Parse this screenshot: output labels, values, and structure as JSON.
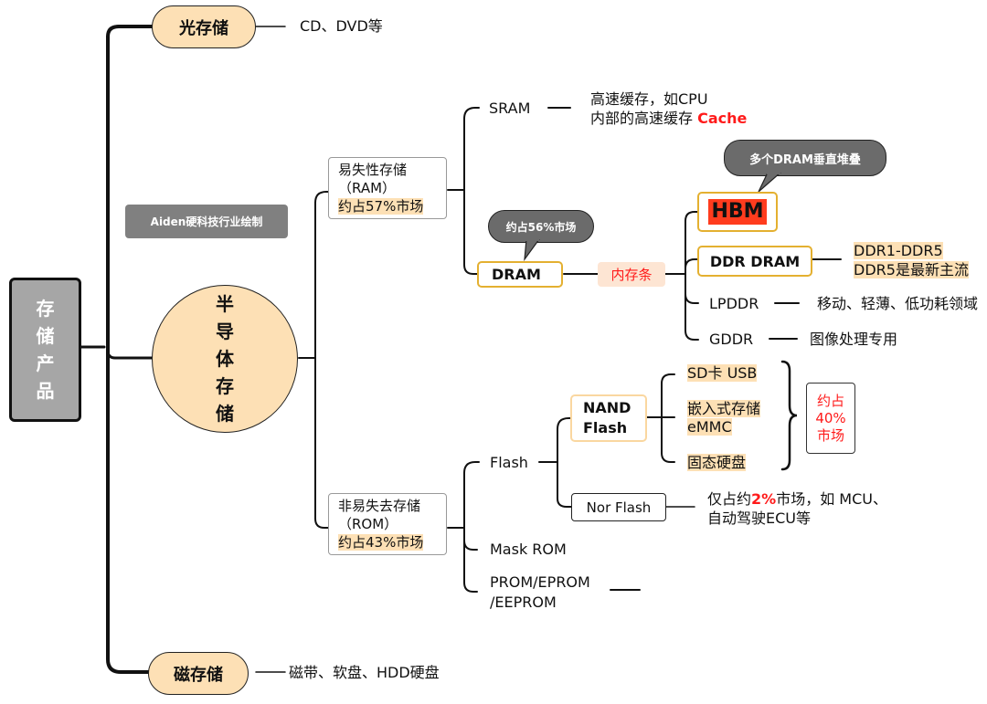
{
  "root": {
    "chars": [
      "存",
      "储",
      "产",
      "品"
    ]
  },
  "watermark": "Aiden硬科技行业绘制",
  "optical": {
    "label": "光存储",
    "note": "CD、DVD等"
  },
  "magnetic": {
    "label": "磁存储",
    "note": "磁带、软盘、HDD硬盘"
  },
  "semiconductor": {
    "chars": [
      "半",
      "导",
      "体",
      "存",
      "储"
    ]
  },
  "ram": {
    "title": "易失性存储",
    "abbr": "（RAM）",
    "share": "约占57%市场",
    "sram": {
      "label": "SRAM",
      "note_line1": "高速缓存，如CPU",
      "note_line2_prefix": "内部的高速缓存 ",
      "note_line2_highlight": "Cache"
    },
    "dram": {
      "label": "DRAM",
      "callout": "约占56%市场",
      "module": "内存条",
      "types": {
        "hbm": {
          "label": "HBM",
          "callout": "多个DRAM垂直堆叠"
        },
        "ddr": {
          "label": "DDR DRAM",
          "note_line1": "DDR1-DDR5",
          "note_line2": "DDR5是最新主流"
        },
        "lpddr": {
          "label": "LPDDR",
          "note": "移动、轻薄、低功耗领域"
        },
        "gddr": {
          "label": "GDDR",
          "note": "图像处理专用"
        }
      }
    }
  },
  "rom": {
    "title": "非易失去存储",
    "abbr": "（ROM）",
    "share": "约占43%市场",
    "flash": {
      "label": "Flash",
      "nand": {
        "label_line1": "NAND",
        "label_line2": "Flash",
        "uses": [
          "SD卡 USB",
          "嵌入式存储",
          "eMMC",
          "固态硬盘"
        ],
        "share_lines": [
          "约占",
          "40%",
          "市场"
        ]
      },
      "nor": {
        "label": "Nor Flash",
        "note_prefix": "仅占约",
        "note_highlight": "2%",
        "note_suffix": "市场，如 MCU、",
        "note_line2": "自动驾驶ECU等"
      }
    },
    "mask_rom": "Mask ROM",
    "prom_line1": "PROM/EPROM",
    "prom_line2": "/EEPROM"
  },
  "colors": {
    "accent_fill": "#fde0b5",
    "highlight_red": "#ff1a1a",
    "hbm_red": "#ff3c1e",
    "callout_gray": "#6b6b6b",
    "node_border_gold": "#e4b030"
  }
}
